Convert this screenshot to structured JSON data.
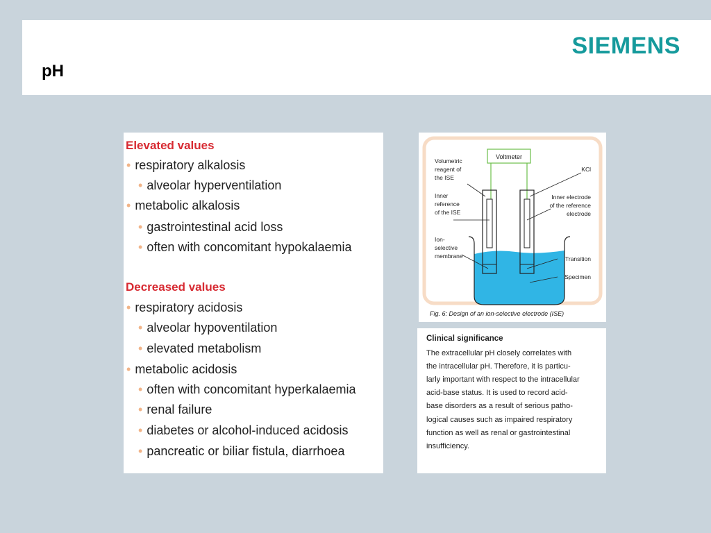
{
  "header": {
    "title": "pH",
    "logo_text": "SIEMENS"
  },
  "elevated": {
    "heading": "Elevated values",
    "items": [
      "respiratory alkalosis",
      "alveolar hyperventilation",
      "metabolic alkalosis",
      "gastrointestinal acid loss",
      "often with concomitant hypokalaemia"
    ]
  },
  "decreased": {
    "heading": "Decreased values",
    "items": [
      "respiratory acidosis",
      "alveolar hypoventilation",
      "elevated metabolism",
      "metabolic acidosis",
      "often with concomitant hyperkalaemia",
      "renal failure",
      "diabetes or alcohol-induced acidosis",
      "pancreatic or biliar fistula, diarrhoea"
    ]
  },
  "diagram": {
    "voltmeter": "Voltmeter",
    "kcl": "KCl",
    "volumetric": [
      "Volumetric",
      "reagent of",
      "the ISE"
    ],
    "inner_ref": [
      "Inner",
      "reference",
      "of the ISE"
    ],
    "inner_electrode": [
      "Inner electrode",
      "of the reference",
      "electrode"
    ],
    "ion_membrane": [
      "Ion-",
      "selective",
      "membrane"
    ],
    "transition": "Transition",
    "specimen": "Specimen",
    "caption": "Fig. 6: Design of an ion-selective electrode (ISE)",
    "colors": {
      "frame": "#f7dcc6",
      "liquid": "#30b5e5",
      "wire": "#6cbf4a"
    }
  },
  "clinical": {
    "heading": "Clinical significance",
    "lines": [
      "The extracellular pH closely correlates with",
      "the intracellular pH. Therefore, it is particu-",
      "larly important with respect to the intracellular",
      "acid-base status. It is used to record acid-",
      "base disorders as a result of serious patho-",
      "logical causes such as impaired respiratory",
      "function as well as renal or gastrointestinal",
      "insufficiency."
    ]
  }
}
